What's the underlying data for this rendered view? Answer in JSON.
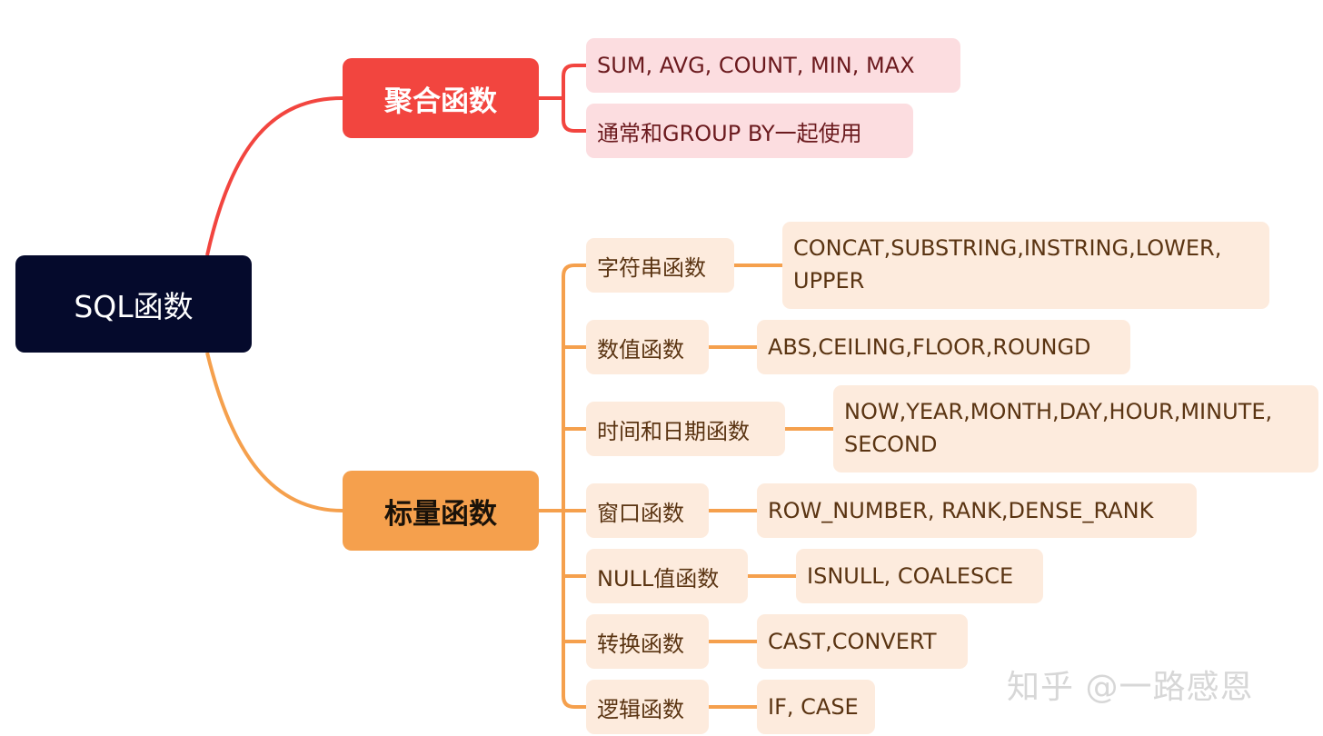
{
  "root": {
    "label": "SQL函数"
  },
  "branches": {
    "aggregate": {
      "label": "聚合函数",
      "items": [
        "SUM, AVG, COUNT, MIN, MAX",
        "通常和GROUP BY一起使用"
      ]
    },
    "scalar": {
      "label": "标量函数",
      "categories": [
        {
          "label": "字符串函数",
          "detail": "CONCAT,SUBSTRING,INSTRING,LOWER, UPPER"
        },
        {
          "label": "数值函数",
          "detail": "ABS,CEILING,FLOOR,ROUNGD"
        },
        {
          "label": "时间和日期函数",
          "detail": "NOW,YEAR,MONTH,DAY,HOUR,MINUTE, SECOND"
        },
        {
          "label": "窗口函数",
          "detail": "ROW_NUMBER, RANK,DENSE_RANK"
        },
        {
          "label": "NULL值函数",
          "detail": "ISNULL, COALESCE"
        },
        {
          "label": "转换函数",
          "detail": "CAST,CONVERT"
        },
        {
          "label": "逻辑函数",
          "detail": "IF, CASE"
        }
      ]
    }
  },
  "watermark": "知乎 @一路感恩",
  "colors": {
    "root_bg": "#050a2c",
    "aggregate": "#f2453f",
    "scalar": "#f5a04d",
    "aggregate_leaf": "#fcdde0",
    "scalar_leaf": "#fdebdd"
  }
}
